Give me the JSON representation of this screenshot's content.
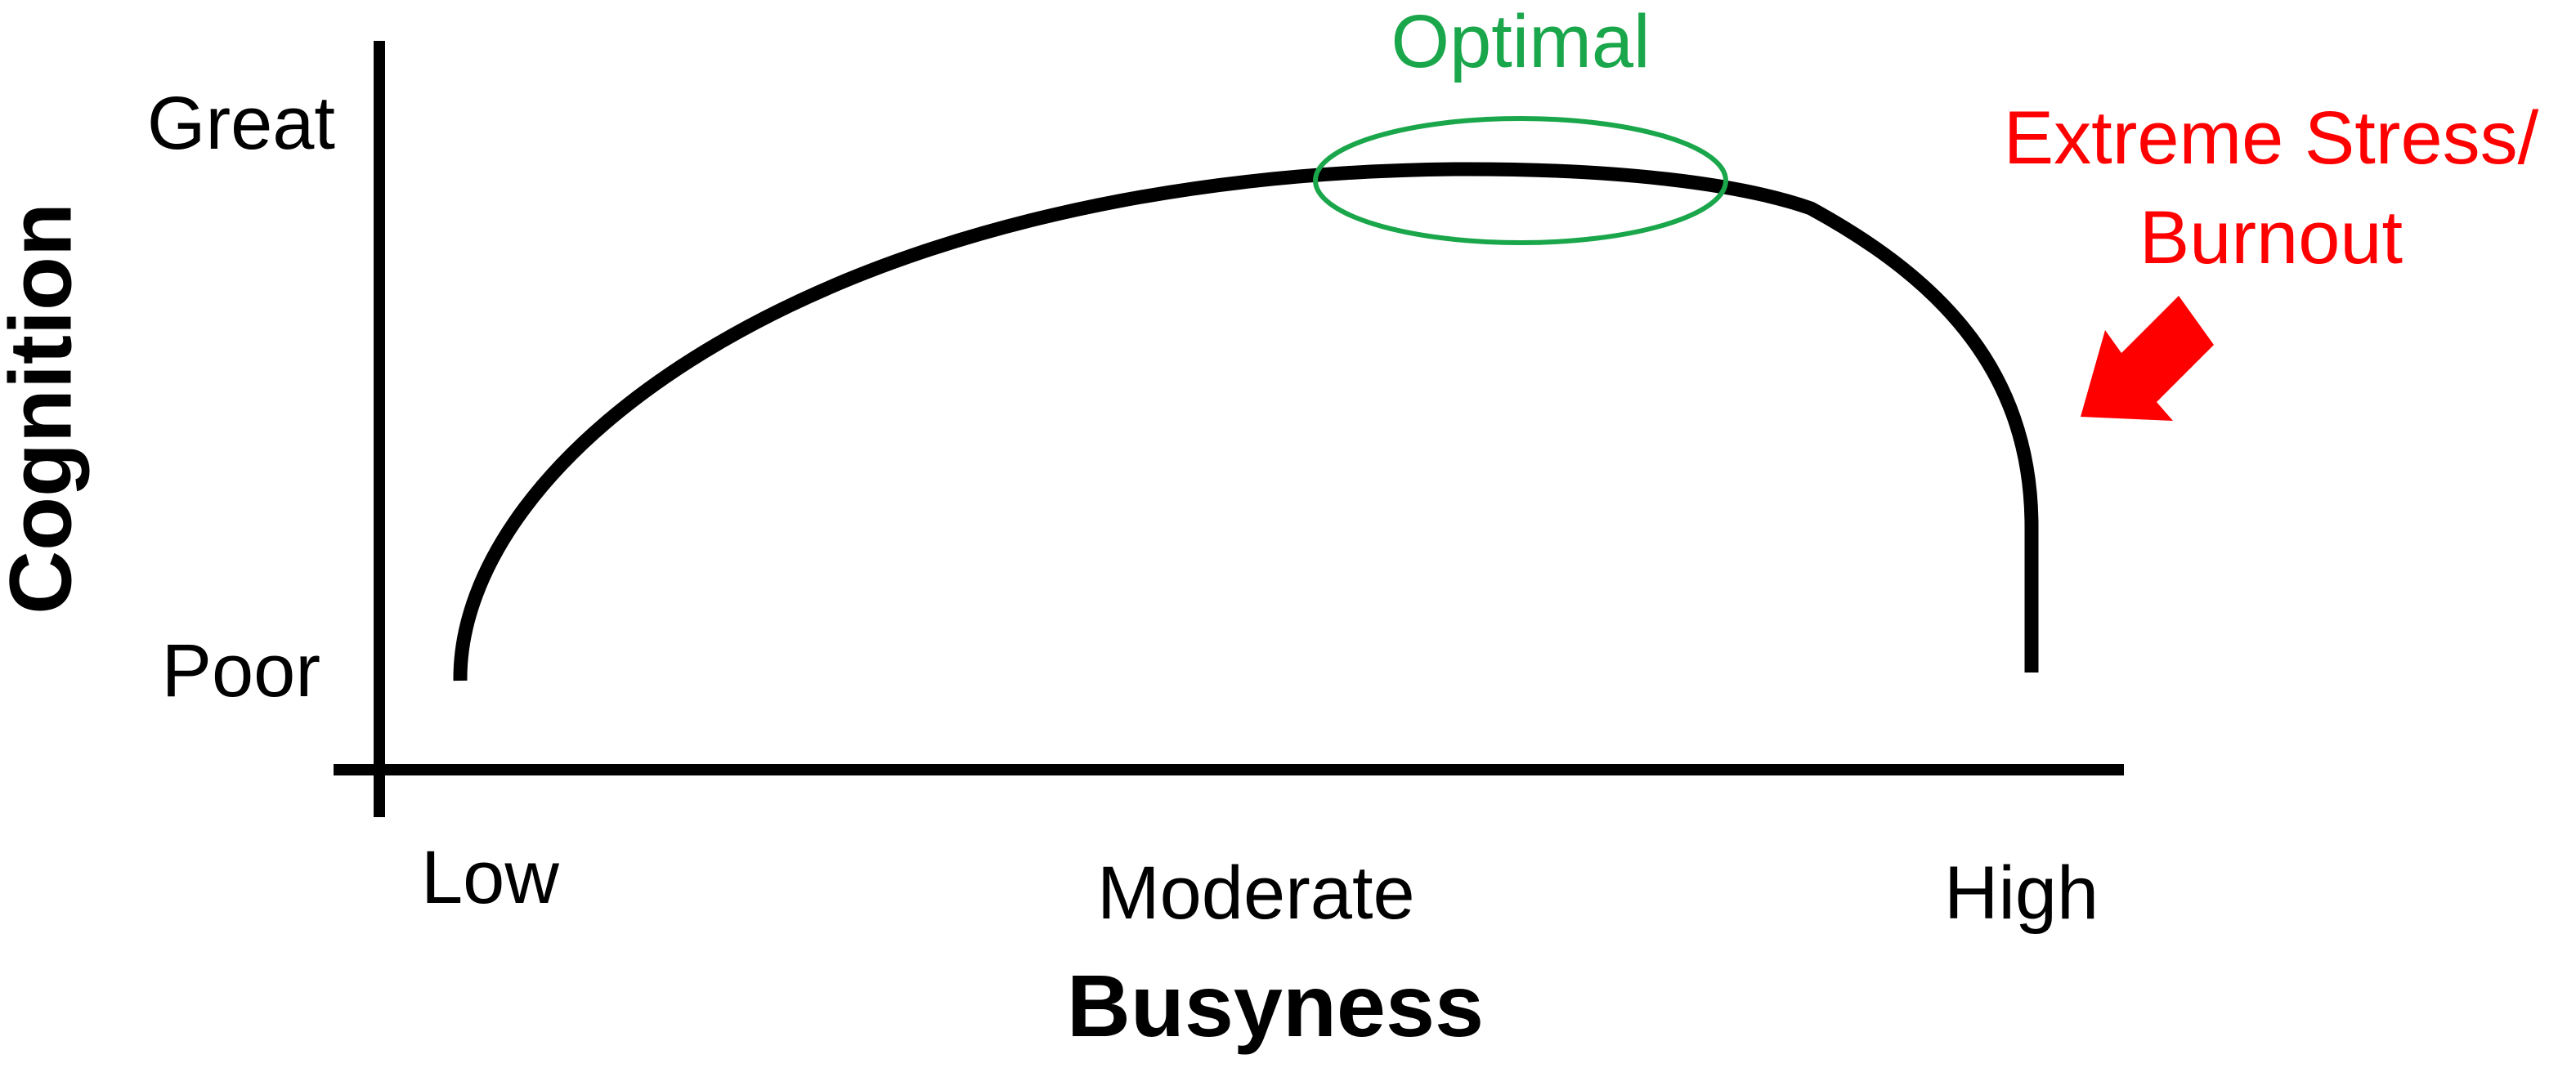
{
  "y_axis": {
    "title": "Cognition",
    "tick_labels": [
      "Great",
      "Poor"
    ]
  },
  "x_axis": {
    "title": "Busyness",
    "tick_labels": [
      "Low",
      "Moderate",
      "High"
    ]
  },
  "annotations": {
    "optimal": "Optimal",
    "stress_line1": "Extreme Stress/",
    "stress_line2": "Burnout"
  },
  "colors": {
    "curve": "#000000",
    "axes": "#000000",
    "optimal": "#1aa64a",
    "stress": "#ff0000"
  }
}
